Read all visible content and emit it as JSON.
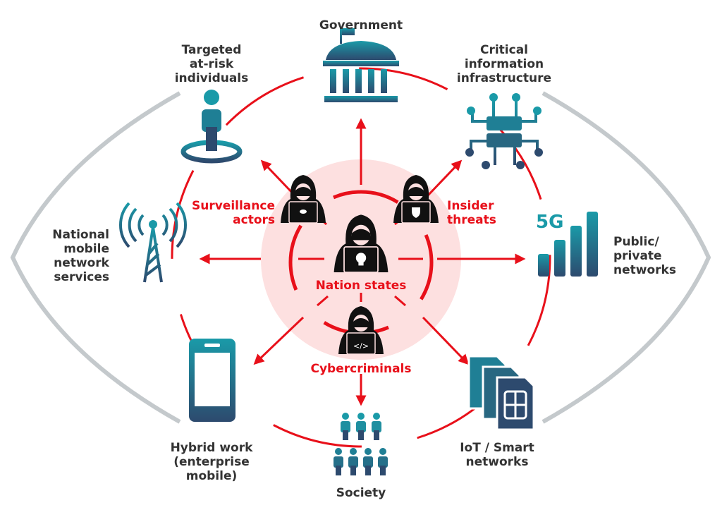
{
  "colors": {
    "threat_red": "#e8101a",
    "pink_zone": "#fde0e0",
    "icon_teal": "#1a9aa8",
    "icon_navy": "#2d4a6e",
    "lens_gray": "#c4c9cc",
    "label_dark": "#333333"
  },
  "targets": {
    "government": {
      "lines": [
        "Government"
      ],
      "icon": "government-building-icon"
    },
    "targeted": {
      "lines": [
        "Targeted",
        "at-risk",
        "individuals"
      ],
      "icon": "person-target-icon"
    },
    "critical": {
      "lines": [
        "Critical",
        "information",
        "infrastructure"
      ],
      "icon": "server-circuit-icon"
    },
    "mobile": {
      "lines": [
        "National",
        "mobile",
        "network",
        "services"
      ],
      "icon": "cell-tower-icon"
    },
    "public": {
      "lines": [
        "Public/",
        "private",
        "networks"
      ],
      "icon": "5g-signal-icon",
      "badge": "5G"
    },
    "hybrid": {
      "lines": [
        "Hybrid work",
        "(enterprise",
        "mobile)"
      ],
      "icon": "smartphone-icon"
    },
    "society": {
      "lines": [
        "Society"
      ],
      "icon": "people-group-icon"
    },
    "iot": {
      "lines": [
        "IoT / Smart",
        "networks"
      ],
      "icon": "sim-cards-icon"
    }
  },
  "actors": {
    "surveillance": {
      "lines": [
        "Surveillance",
        "actors"
      ],
      "icon": "hacker-laptop-icon"
    },
    "insider": {
      "lines": [
        "Insider",
        "threats"
      ],
      "icon": "hacker-shield-icon"
    },
    "nation": {
      "lines": [
        "Nation states"
      ],
      "icon": "hacker-skull-icon"
    },
    "cyber": {
      "lines": [
        "Cybercriminals"
      ],
      "icon": "hacker-code-icon",
      "code": "</>"
    }
  }
}
